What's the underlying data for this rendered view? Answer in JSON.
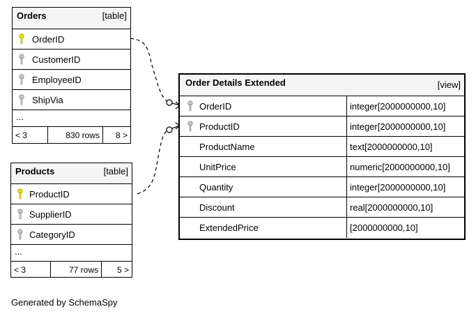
{
  "tables": {
    "orders": {
      "name": "Orders",
      "kind": "[table]",
      "columns": [
        {
          "name": "OrderID",
          "key": "primary"
        },
        {
          "name": "CustomerID",
          "key": "foreign"
        },
        {
          "name": "EmployeeID",
          "key": "foreign"
        },
        {
          "name": "ShipVia",
          "key": "foreign"
        }
      ],
      "more": "...",
      "footer": {
        "prev": "< 3",
        "rows": "830 rows",
        "next": "8 >"
      }
    },
    "products": {
      "name": "Products",
      "kind": "[table]",
      "columns": [
        {
          "name": "ProductID",
          "key": "primary"
        },
        {
          "name": "SupplierID",
          "key": "foreign"
        },
        {
          "name": "CategoryID",
          "key": "foreign"
        }
      ],
      "more": "...",
      "footer": {
        "prev": "< 3",
        "rows": "77 rows",
        "next": "5 >"
      }
    },
    "order_details_extended": {
      "name": "Order Details Extended",
      "kind": "[view]",
      "columns": [
        {
          "name": "OrderID",
          "type": "integer[2000000000,10]",
          "key": "foreign"
        },
        {
          "name": "ProductID",
          "type": "integer[2000000000,10]",
          "key": "foreign"
        },
        {
          "name": "ProductName",
          "type": "text[2000000000,10]"
        },
        {
          "name": "UnitPrice",
          "type": "numeric[2000000000,10]"
        },
        {
          "name": "Quantity",
          "type": "integer[2000000000,10]"
        },
        {
          "name": "Discount",
          "type": "real[2000000000,10]"
        },
        {
          "name": "ExtendedPrice",
          "type": "[2000000000,10]"
        }
      ]
    }
  },
  "caption": "Generated by SchemaSpy",
  "colors": {
    "primary_key": "#e8e800",
    "foreign_key": "#b0b0b0",
    "header_bg": "#f5f5f5"
  }
}
